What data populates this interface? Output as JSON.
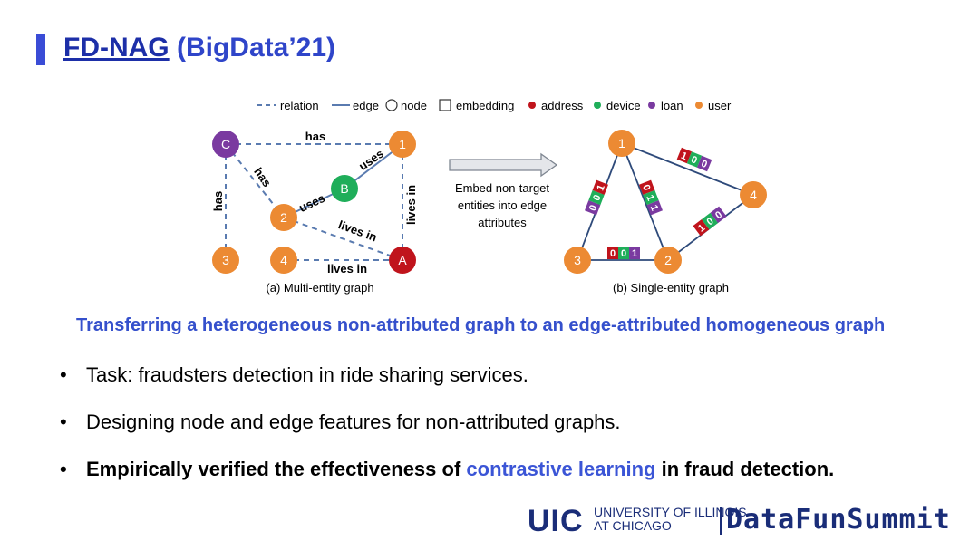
{
  "title": {
    "link": "FD-NAG",
    "rest": " (BigData’21)"
  },
  "legend": {
    "relation": "relation",
    "edge": "edge",
    "node": "node",
    "embedding": "embedding",
    "address": "address",
    "device": "device",
    "loan": "loan",
    "user": "user"
  },
  "graph_a": {
    "caption": "(a) Multi-entity graph",
    "nodes": {
      "c": "C",
      "n1": "1",
      "b": "B",
      "n2": "2",
      "n3": "3",
      "n4": "4",
      "a": "A"
    },
    "edges": {
      "c_1": "has",
      "c_2": "has",
      "c_3": "has",
      "b_1": "uses",
      "b_2": "uses",
      "1_a": "lives in",
      "2_a": "lives in",
      "4_a": "lives in"
    }
  },
  "arrow_text": [
    "Embed non-target",
    "entities into edge",
    "attributes"
  ],
  "graph_b": {
    "caption": "(b) Single-entity graph",
    "nodes": {
      "n1": "1",
      "n2": "2",
      "n3": "3",
      "n4": "4"
    },
    "embeddings": {
      "e13": [
        "0",
        "0",
        "1"
      ],
      "e12": [
        "0",
        "1",
        "1"
      ],
      "e14": [
        "1",
        "0",
        "0"
      ],
      "e24": [
        "1",
        "0",
        "0"
      ],
      "e32": [
        "0",
        "0",
        "1"
      ]
    }
  },
  "subtitle": "Transferring a heterogeneous non-attributed graph to an edge-attributed homogeneous graph",
  "bullets": {
    "b1": "Task: fraudsters detection in ride sharing services.",
    "b2": "Designing node and edge features for non-attributed graphs.",
    "b3": {
      "pre": "Empirically verified the effectiveness of ",
      "hl": "contrastive learning",
      "post": " in fraud detection."
    }
  },
  "logos": {
    "uic": "UIC",
    "uic_line1": "UNIVERSITY OF ILLINOIS",
    "uic_line2": "AT CHICAGO",
    "datafun": "DataFunSummit"
  },
  "colors": {
    "title": "#2f45c9",
    "address": "#c0141c",
    "device": "#1fae5a",
    "loan": "#7a3aa0",
    "user": "#ec8a33",
    "edge": "#5a7bb0",
    "highlight": "#3b55d6"
  }
}
